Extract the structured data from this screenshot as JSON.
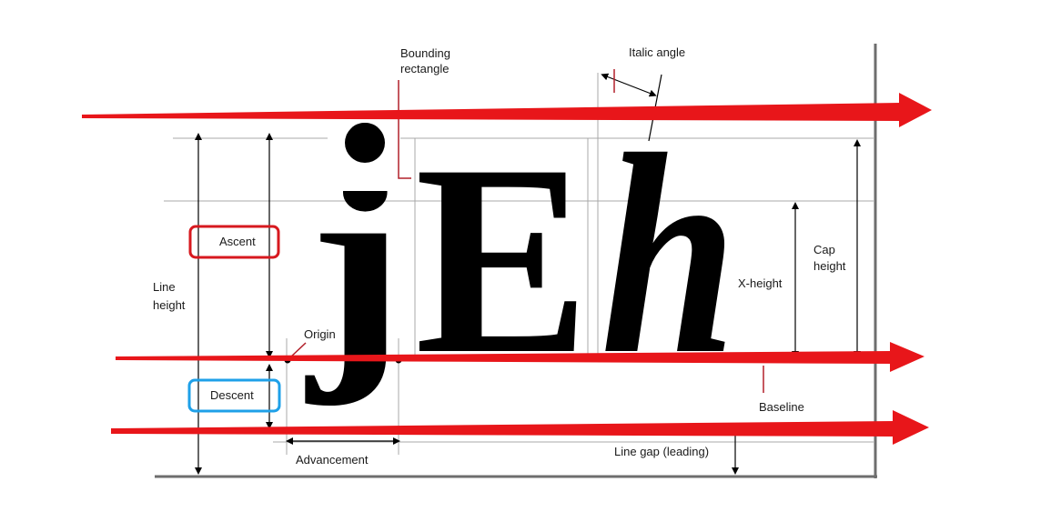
{
  "labels": {
    "bounding_rectangle_line1": "Bounding",
    "bounding_rectangle_line2": "rectangle",
    "italic_angle": "Italic angle",
    "ascent": "Ascent",
    "line_height_line1": "Line",
    "line_height_line2": "height",
    "origin": "Origin",
    "descent": "Descent",
    "advancement": "Advancement",
    "x_height": "X-height",
    "cap_height_line1": "Cap",
    "cap_height_line2": "height",
    "baseline": "Baseline",
    "line_gap": "Line gap (leading)"
  },
  "glyphs": {
    "j": "j",
    "E": "E",
    "h": "h"
  },
  "colors": {
    "arrow": "#e8161a",
    "ascent_box": "#d7191f",
    "descent_box": "#1ea0e8",
    "callout": "#b2202a",
    "guide": "#a9a9a9"
  }
}
